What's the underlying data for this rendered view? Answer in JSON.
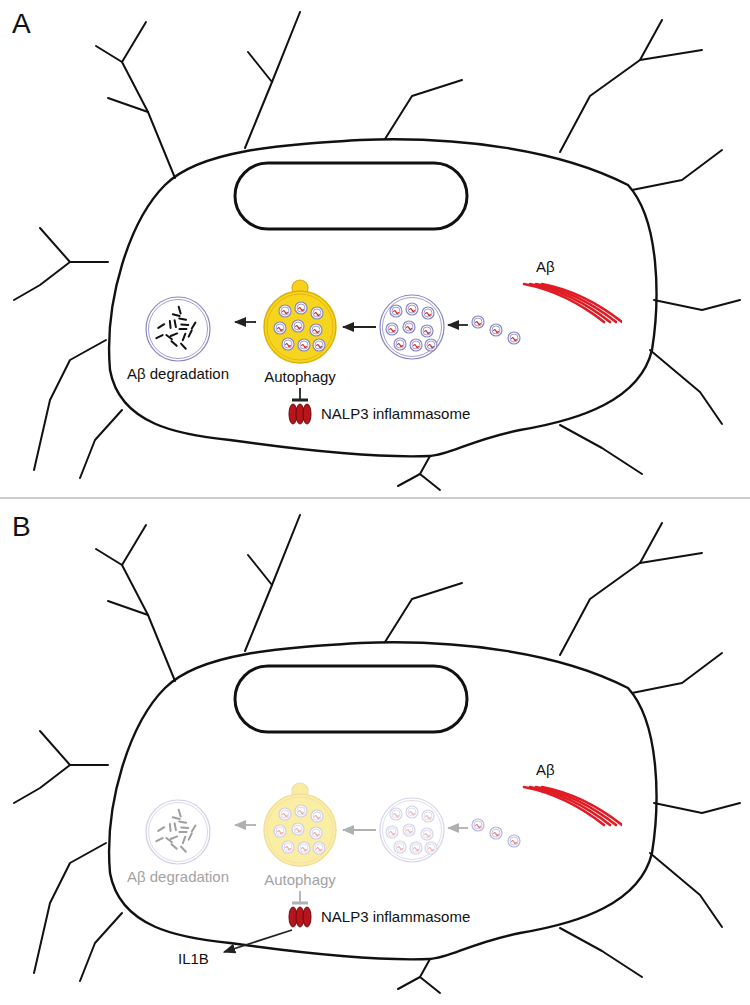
{
  "diagram": {
    "nodes": [
      {
        "text": [
          "Aβ"
        ]
      },
      {
        "text": [
          "Aβ degradation"
        ]
      },
      {
        "text": [
          "Autophagy"
        ]
      },
      {
        "text": [
          "NALP3 inflammasome"
        ]
      },
      {
        "text": [
          "Aβ"
        ]
      },
      {
        "text": [
          "Aβ degradation"
        ]
      },
      {
        "text": [
          "Autophagy"
        ]
      },
      {
        "text": [
          "NALP3 inflammasome"
        ]
      }
    ],
    "edges": [
      {
        "from": 2,
        "to": 1,
        "arrow": "to"
      },
      {
        "from": 2,
        "to": 3,
        "arrow": "to"
      },
      {
        "from": 6,
        "to": 5,
        "arrow": "to"
      },
      {
        "from": 6,
        "to": 7,
        "arrow": "to"
      }
    ],
    "labels": [
      "A",
      "B",
      "IL1B"
    ]
  }
}
